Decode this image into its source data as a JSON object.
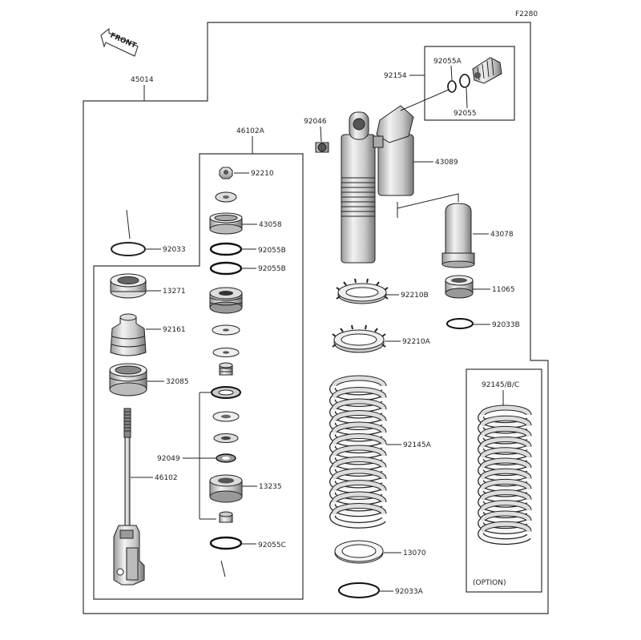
{
  "figure_id": "F2280",
  "front_label": "FRONT",
  "option_label": "(OPTION)",
  "parts": {
    "p45014": "45014",
    "p46102A": "46102A",
    "p92210": "92210",
    "p43058": "43058",
    "p92055B_1": "92055B",
    "p92055B_2": "92055B",
    "p92033": "92033",
    "p13271": "13271",
    "p92161": "92161",
    "p32085": "32085",
    "p92049": "92049",
    "p46102": "46102",
    "p13235": "13235",
    "p92055C": "92055C",
    "p92154": "92154",
    "p92055A": "92055A",
    "p92055": "92055",
    "p92046": "92046",
    "p43089": "43089",
    "p43078": "43078",
    "p92210B": "92210B",
    "p11065": "11065",
    "p92033B": "92033B",
    "p92210A": "92210A",
    "p92145A": "92145A",
    "p13070": "13070",
    "p92033A": "92033A",
    "p92145BC": "92145/B/C"
  }
}
